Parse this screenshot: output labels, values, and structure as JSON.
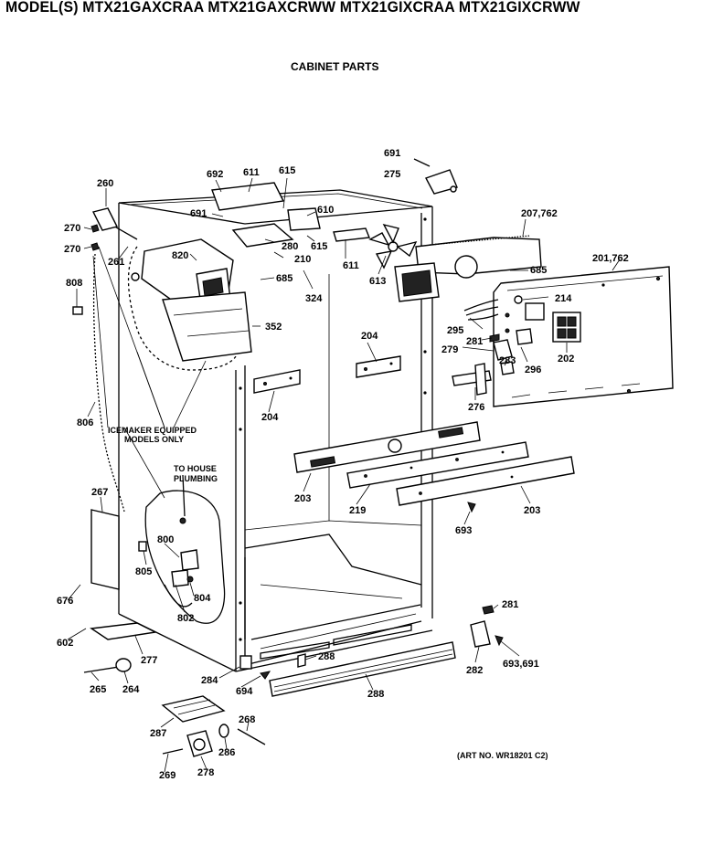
{
  "header": {
    "model_line": "MODEL(S) MTX21GAXCRAA  MTX21GAXCRWW  MTX21GIXCRAA  MTX21GIXCRWW",
    "section_title": "CABINET PARTS"
  },
  "annotations": {
    "icemaker_note_1": "ICEMAKER EQUIPPED",
    "icemaker_note_2": "MODELS ONLY",
    "plumbing_note_1": "TO HOUSE",
    "plumbing_note_2": "PLUMBING",
    "art_number": "(ART NO. WR18201 C2)"
  },
  "callouts": {
    "c260": "260",
    "c270a": "270",
    "c270b": "270",
    "c261": "261",
    "c808": "808",
    "c806": "806",
    "c692": "692",
    "c611a": "611",
    "c615a": "615",
    "c691a": "691",
    "c610": "610",
    "c820": "820",
    "c280": "280",
    "c615b": "615",
    "c210": "210",
    "c611b": "611",
    "c613": "613",
    "c685a": "685",
    "c324": "324",
    "c352": "352",
    "c691b": "691",
    "c275": "275",
    "c207": "207,762",
    "c201": "201,762",
    "c685b": "685",
    "c214": "214",
    "c295": "295",
    "c281a": "281",
    "c279": "279",
    "c283": "283",
    "c296": "296",
    "c202": "202",
    "c276": "276",
    "c204a": "204",
    "c204b": "204",
    "c203a": "203",
    "c219": "219",
    "c203b": "203",
    "c693a": "693",
    "c267": "267",
    "c800": "800",
    "c805": "805",
    "c804": "804",
    "c802": "802",
    "c676": "676",
    "c602": "602",
    "c277": "277",
    "c265": "265",
    "c264": "264",
    "c284": "284",
    "c694": "694",
    "c288a": "288",
    "c288b": "288",
    "c281b": "281",
    "c282": "282",
    "c693b": "693,691",
    "c287": "287",
    "c268": "268",
    "c286": "286",
    "c269": "269",
    "c278": "278"
  }
}
